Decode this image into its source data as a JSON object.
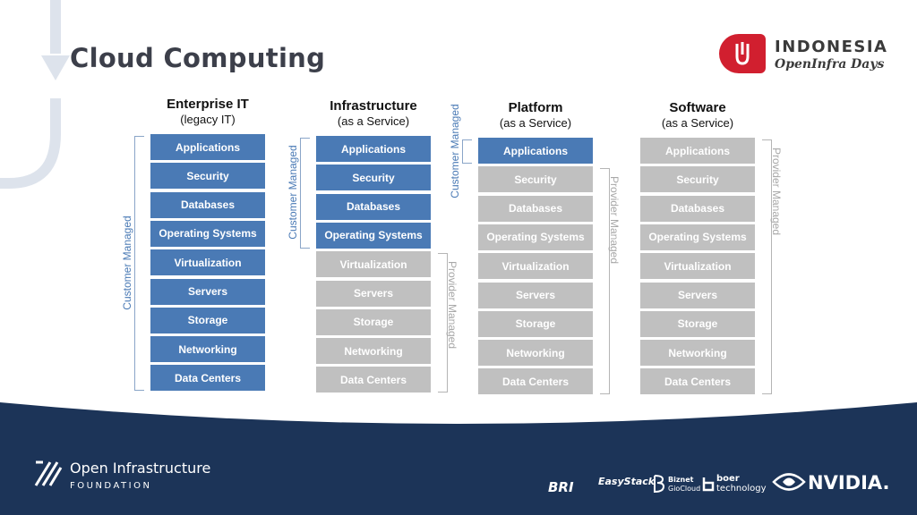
{
  "slide": {
    "title": "Cloud Computing"
  },
  "event": {
    "name": "INDONESIA",
    "subtitle": "OpenInfra Days"
  },
  "layers": [
    "Applications",
    "Security",
    "Databases",
    "Operating Systems",
    "Virtualization",
    "Servers",
    "Storage",
    "Networking",
    "Data Centers"
  ],
  "columns": [
    {
      "title": "Enterprise IT",
      "subtitle": "(legacy IT)",
      "customer_count": 9
    },
    {
      "title": "Infrastructure",
      "subtitle": "(as a Service)",
      "customer_count": 4
    },
    {
      "title": "Platform",
      "subtitle": "(as a Service)",
      "customer_count": 1
    },
    {
      "title": "Software",
      "subtitle": "(as a Service)",
      "customer_count": 0
    }
  ],
  "labels": {
    "customer": "Customer Managed",
    "provider": "Provider Managed"
  },
  "colors": {
    "customer": "#4a7ab5",
    "provider": "#c0c0c0",
    "footer": "#1c3458",
    "brand_red": "#d11f2f"
  },
  "footer": {
    "org_name": "Open Infrastructure",
    "org_sub": "FOUNDATION",
    "sponsors": [
      "BRI",
      "EasyStack",
      "Biznet",
      "GioCloud",
      "boer",
      "technology",
      "NVIDIA."
    ]
  }
}
